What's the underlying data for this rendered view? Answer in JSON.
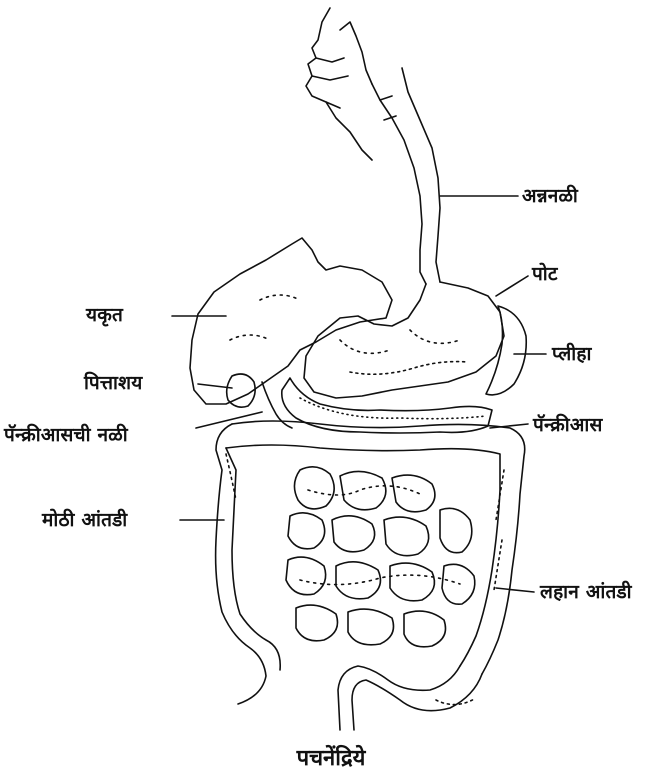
{
  "labels": {
    "annanali": "अन्ननळी",
    "pot": "पोट",
    "yakrut": "यकृत",
    "pliha": "प्लीहा",
    "pittashay": "पित्ताशय",
    "pankriyas": "पॅन्क्रीआस",
    "pankriyas_nali": "पॅन्क्रीआसची नळी",
    "mothi_antadi": "मोठी आंतडी",
    "lahan_antadi": "लहान आंतडी"
  },
  "caption": "पचनेंद्रिये",
  "colors": {
    "ink": "#111111",
    "background": "#ffffff"
  }
}
